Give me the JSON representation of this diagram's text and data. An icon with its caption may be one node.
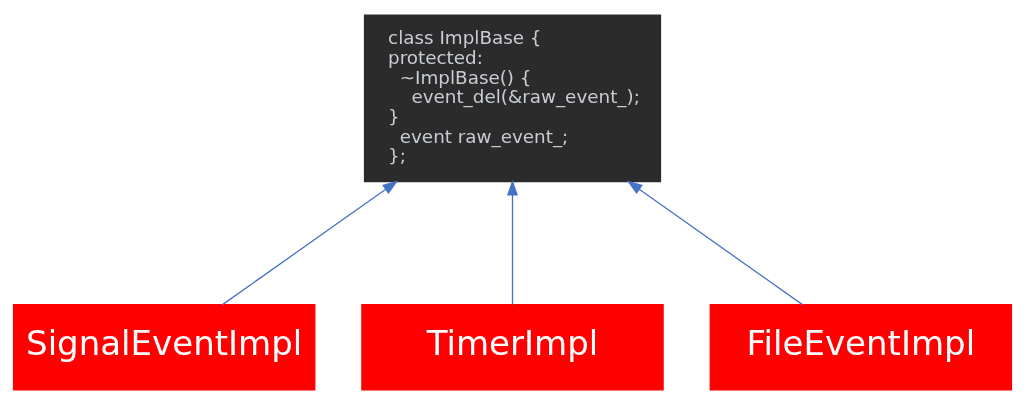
{
  "diagram": {
    "nodes": [
      {
        "text": [
          "class ImplBase {",
          "protected:",
          "  ~ImplBase() {",
          "    event_del(&raw_event_);",
          "}",
          "  event raw_event_;",
          "};"
        ]
      },
      {
        "text": [
          "SignalEventImpl"
        ]
      },
      {
        "text": [
          "TimerImpl"
        ]
      },
      {
        "text": [
          "FileEventImpl"
        ]
      }
    ],
    "edges": [
      {
        "from": 1,
        "to": 0,
        "arrow": "to"
      },
      {
        "from": 2,
        "to": 0,
        "arrow": "to"
      },
      {
        "from": 3,
        "to": 0,
        "arrow": "to"
      }
    ]
  }
}
